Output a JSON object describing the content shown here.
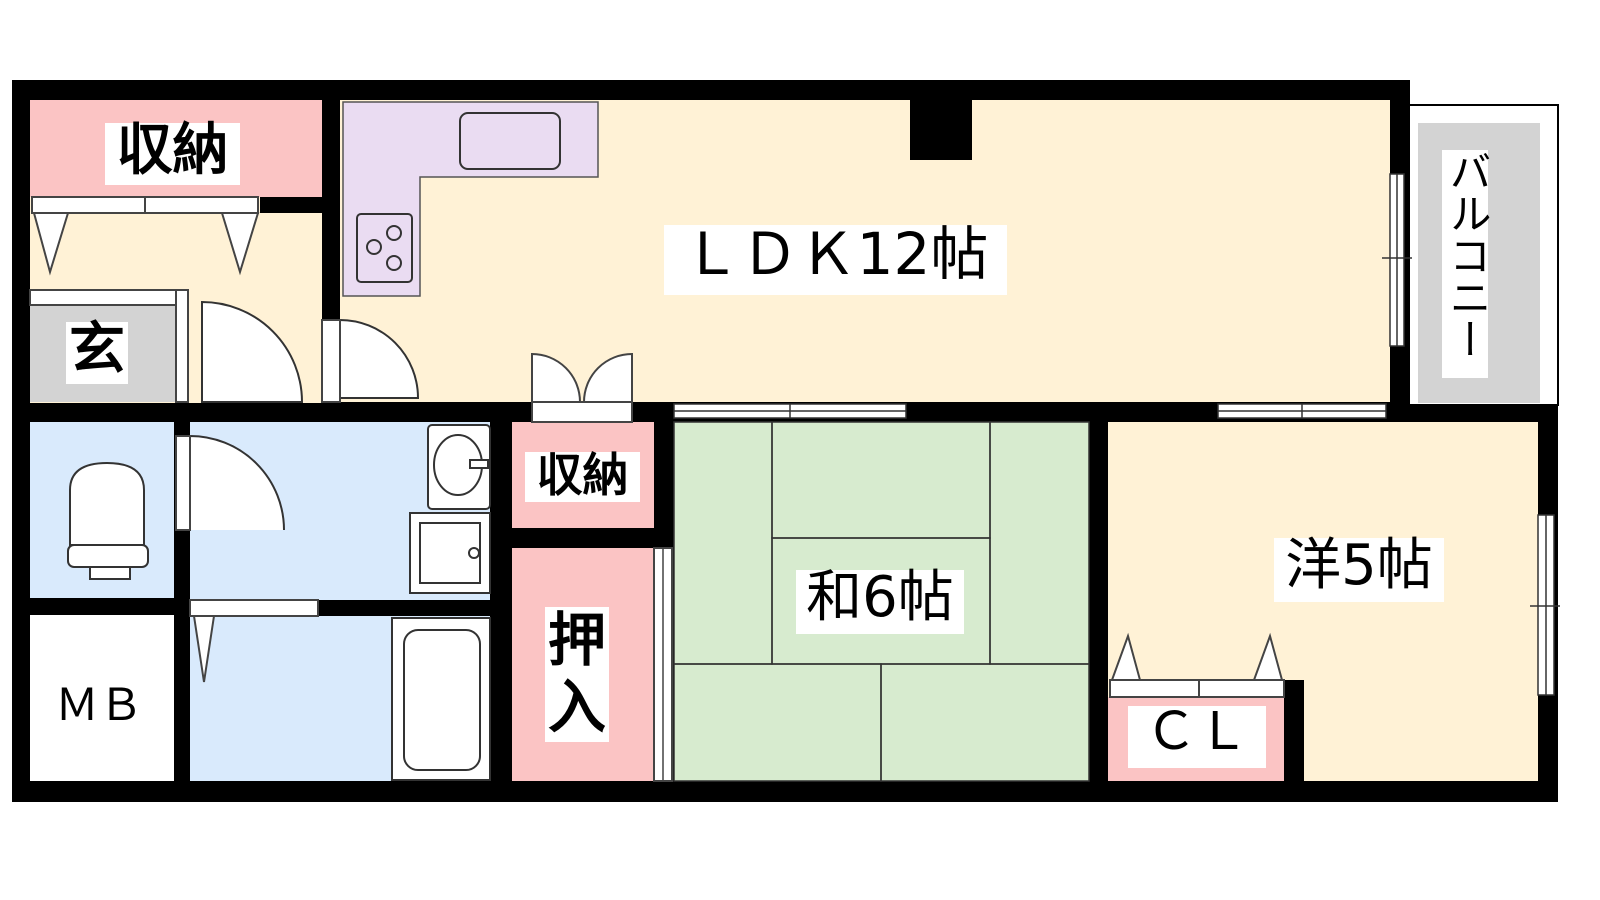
{
  "rooms": {
    "storage_top": "収納",
    "entrance": "玄",
    "ldk": "ＬＤＫ12帖",
    "balcony": "バルコニー",
    "storage_mid": "収納",
    "oshiire": "押\n入",
    "washitsu": "和6帖",
    "youshitsu": "洋5帖",
    "closet": "ＣＬ",
    "meter_box": "ＭＢ"
  },
  "colors": {
    "wall": "#000000",
    "ldk_floor": "#fff2d6",
    "storage": "#fbc4c4",
    "kitchen": "#eadcf2",
    "wet_area": "#d9eafc",
    "tatami": "#d7ebcf",
    "balcony": "#d3d3d3",
    "entrance": "#d3d3d3"
  },
  "icons": [
    "sink-icon",
    "stove-icon",
    "toilet-icon",
    "washbasin-icon",
    "bathtub-icon",
    "washer-pan-icon",
    "door-swing-icon",
    "window-icon",
    "closet-door-icon"
  ]
}
